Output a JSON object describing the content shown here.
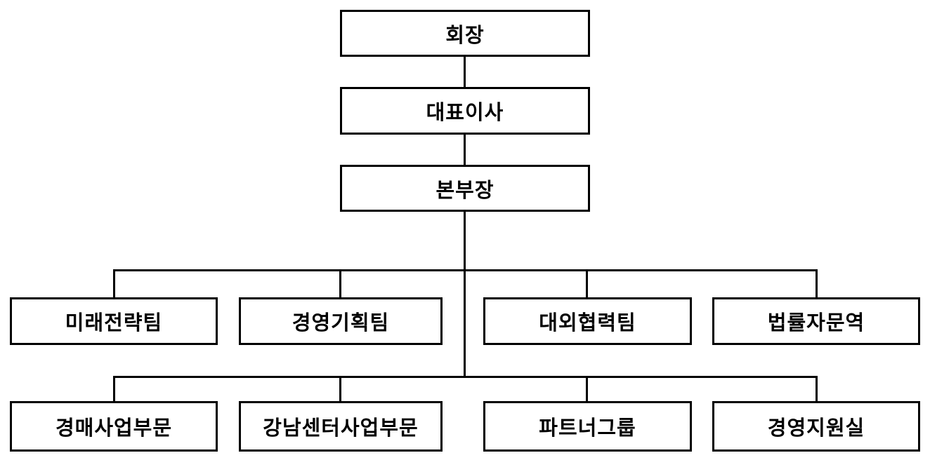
{
  "org_chart": {
    "type": "org-tree",
    "levels": [
      {
        "level": 1,
        "nodes": [
          "회장"
        ]
      },
      {
        "level": 2,
        "nodes": [
          "대표이사"
        ]
      },
      {
        "level": 3,
        "nodes": [
          "본부장"
        ]
      },
      {
        "level": 4,
        "nodes": [
          "미래전략팀",
          "경영기획팀",
          "대외협력팀",
          "법률자문역"
        ]
      },
      {
        "level": 5,
        "nodes": [
          "경매사업부문",
          "강남센터사업부문",
          "파트너그룹",
          "경영지원실"
        ]
      }
    ],
    "chairman": {
      "label": "회장"
    },
    "ceo": {
      "label": "대표이사"
    },
    "division_head": {
      "label": "본부장"
    },
    "teams": [
      {
        "label": "미래전략팀"
      },
      {
        "label": "경영기획팀"
      },
      {
        "label": "대외협력팀"
      },
      {
        "label": "법률자문역"
      }
    ],
    "business_units": [
      {
        "label": "경매사업부문"
      },
      {
        "label": "강남센터사업부문"
      },
      {
        "label": "파트너그룹"
      },
      {
        "label": "경영지원실"
      }
    ],
    "colors": {
      "box_border": "#000000",
      "box_fill": "#ffffff",
      "line": "#000000",
      "text": "#000000",
      "background": "#ffffff"
    }
  }
}
